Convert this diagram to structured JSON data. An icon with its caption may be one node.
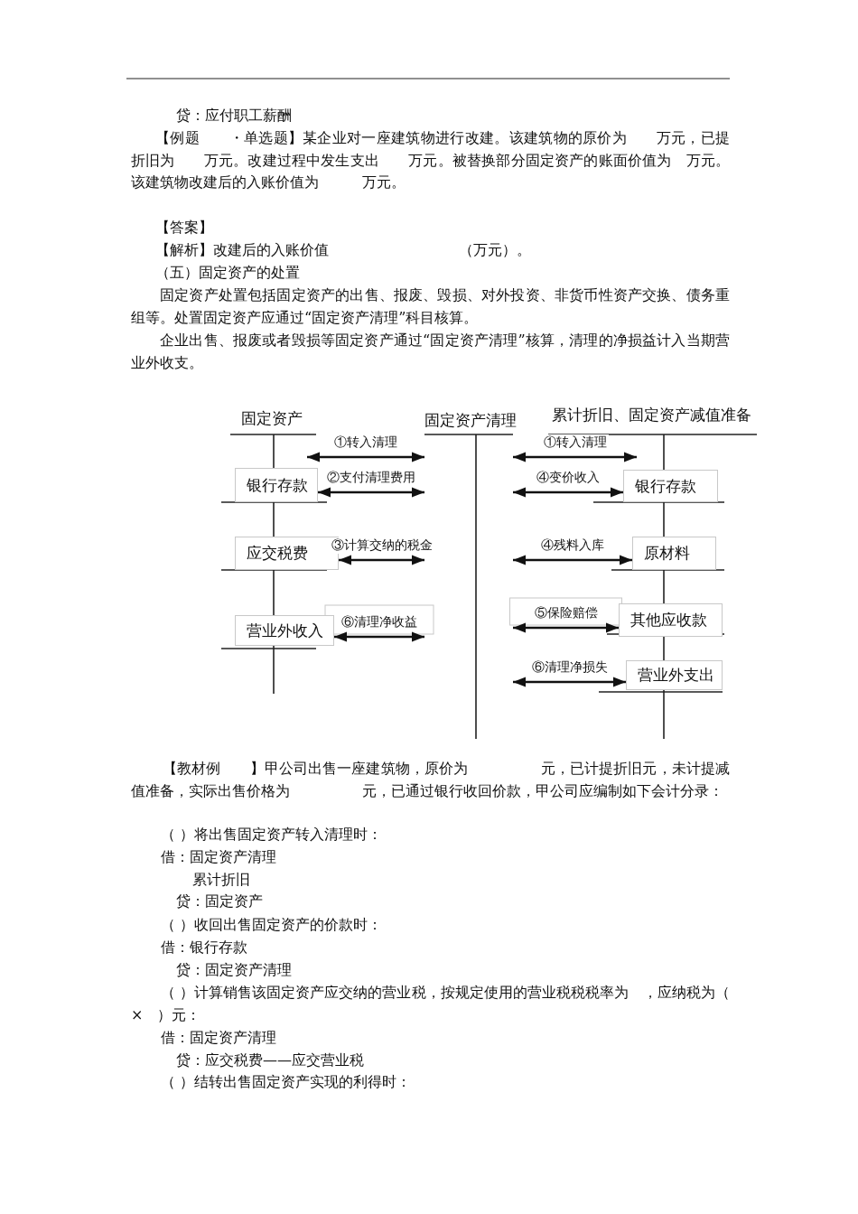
{
  "diagram": {
    "nodes": [
      {
        "text": [
          "固定资产"
        ]
      },
      {
        "text": [
          "固定资产清理"
        ]
      },
      {
        "text": [
          "累计折旧、固定资产减值准备"
        ]
      },
      {
        "text": [
          "银行存款"
        ]
      },
      {
        "text": [
          "应交税费"
        ]
      },
      {
        "text": [
          "营业外收入"
        ]
      },
      {
        "text": [
          "银行存款"
        ]
      },
      {
        "text": [
          "原材料"
        ]
      },
      {
        "text": [
          "其他应收款"
        ]
      },
      {
        "text": [
          "营业外支出"
        ]
      }
    ],
    "edges": [
      {
        "from": 0,
        "to": 1,
        "arrow": "both",
        "label": "①转入清理"
      },
      {
        "from": 3,
        "to": 1,
        "arrow": "both",
        "label": "②支付清理费用"
      },
      {
        "from": 4,
        "to": 1,
        "arrow": "both",
        "label": "③计算交纳的税金"
      },
      {
        "from": 5,
        "to": 1,
        "arrow": "both",
        "label": "⑥清理净收益"
      },
      {
        "from": 1,
        "to": 2,
        "arrow": "both",
        "label": "①转入清理"
      },
      {
        "from": 1,
        "to": 6,
        "arrow": "both",
        "label": "④变价收入"
      },
      {
        "from": 1,
        "to": 7,
        "arrow": "both",
        "label": "④残料入库"
      },
      {
        "from": 1,
        "to": 8,
        "arrow": "both",
        "label": "⑤保险赔偿"
      },
      {
        "from": 1,
        "to": 9,
        "arrow": "both",
        "label": "⑥清理净损失"
      }
    ],
    "labels": [
      "贷：应付职工薪酬",
      "【例题　　・单选题】某企业对一座建筑物进行改建。该建筑物的原价为　　万元，已提折旧为　　万元。改建过程中发生支出　　万元。被替换部分固定资产的账面价值为　万元。该建筑物改建后的入账价值为　　　万元。",
      "【答案】",
      "【解析】改建后的入账价值　　　　　　　　　（万元）。",
      "（五）固定资产的处置",
      "固定资产处置包括固定资产的出售、报废、毁损、对外投资、非货币性资产交换、债务重组等。处置固定资产应通过“固定资产清理”科目核算。",
      "企业出售、报废或者毁损等固定资产通过“固定资产清理”核算，清理的净损益计入当期营业外收支。",
      "【教材例　　】甲公司出售一座建筑物，原价为　　　　　元，已计提折旧元，未计提减值准备，实际出售价格为　　　　　元，已通过银行收回价款，甲公司应编制如下会计分录：",
      "（ ）将出售固定资产转入清理时：",
      "借：固定资产清理",
      "累计折旧",
      "贷：固定资产",
      "（ ）收回出售固定资产的价款时：",
      "借：银行存款",
      "贷：固定资产清理",
      "（ ）计算销售该固定资产应交纳的营业税，按规定使用的营业税税税率为　，应纳税为（　　　　×　）元：",
      "借：固定资产清理",
      "贷：应交税费——应交营业税",
      "（ ）结转出售固定资产实现的利得时："
    ]
  }
}
